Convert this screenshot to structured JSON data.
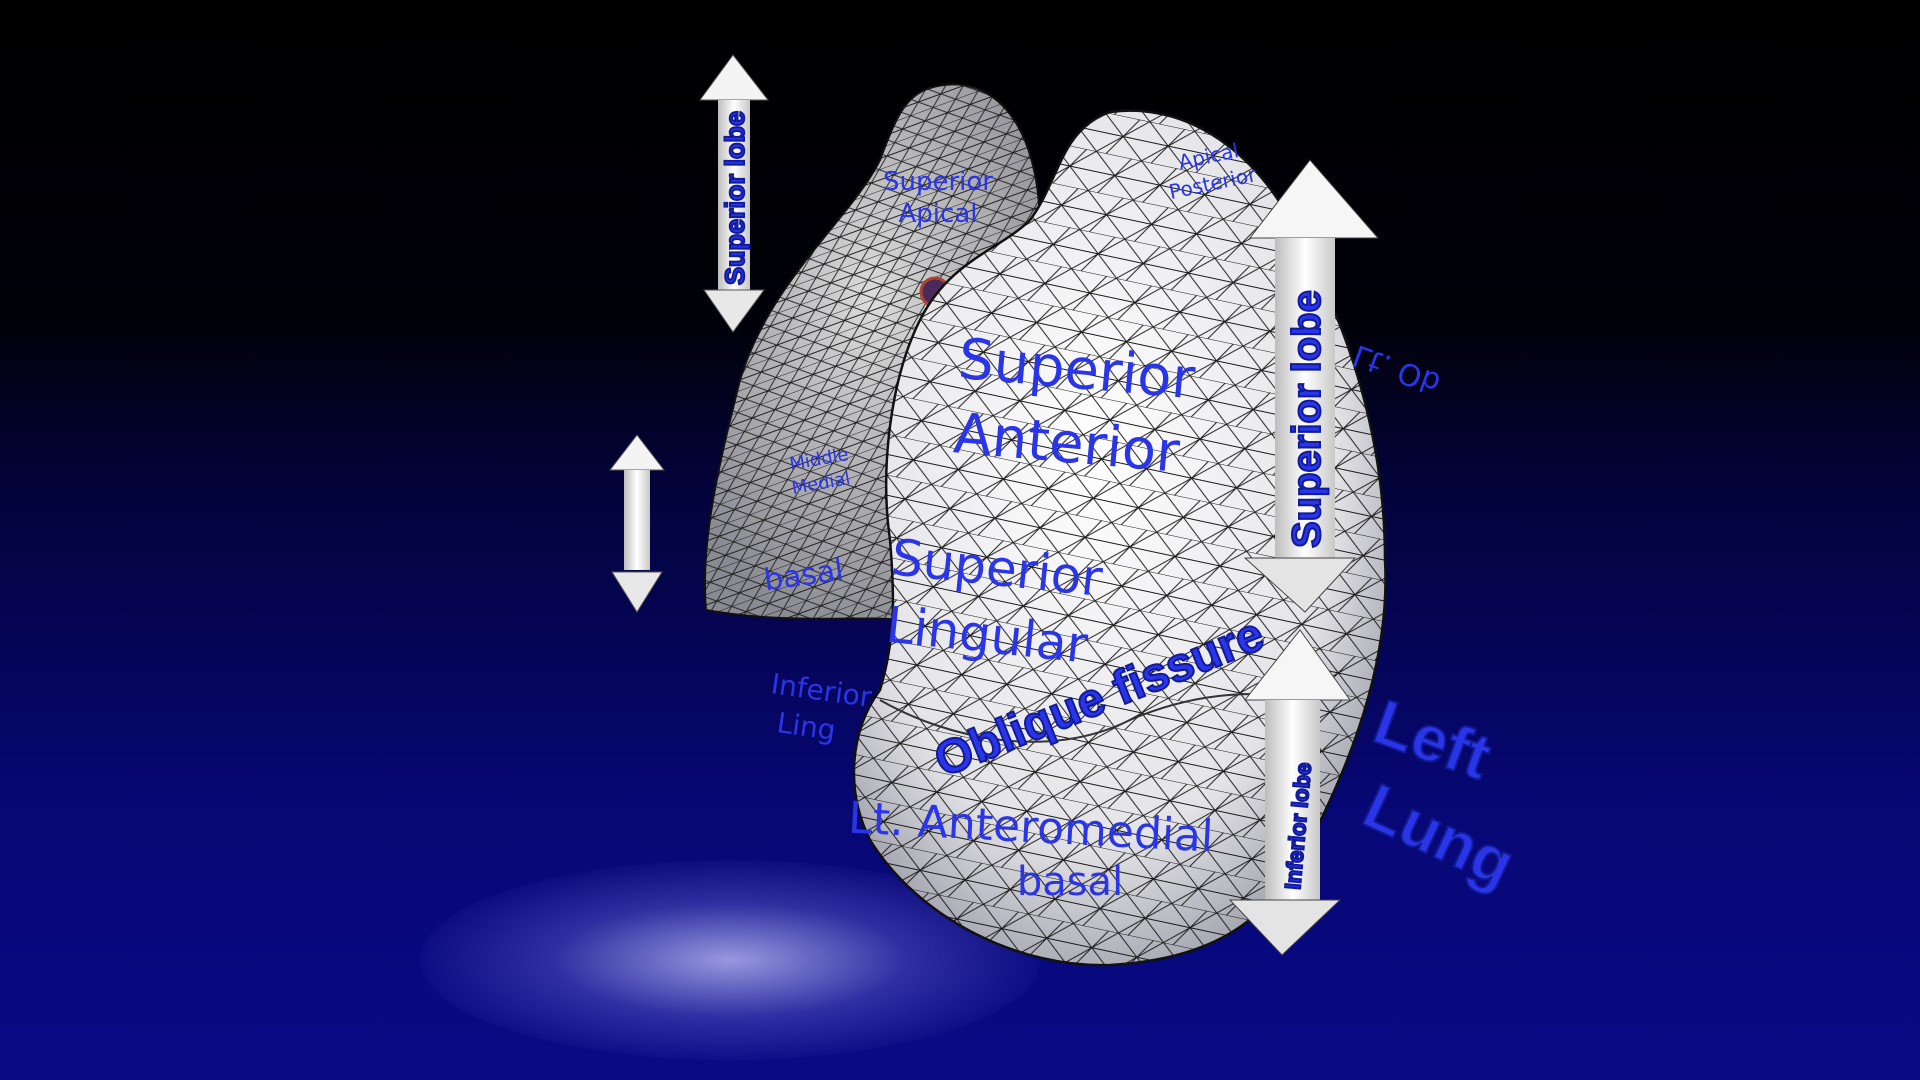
{
  "scene": {
    "background_top": "#000000",
    "background_bottom": "#0a0a86",
    "label_color": "#2a35e8",
    "lung_color": "#f2f2f2",
    "mesh_color": "#1a1a1a"
  },
  "labels": {
    "back_lung_arrow": "Superior lobe",
    "front_lung_arrow": "Superior lobe",
    "lower_arrow": "Inferior lobe",
    "back_apical_1": "Superior",
    "back_apical_2": "Apical",
    "front_apical_1": "Apical",
    "front_apical_2": "Posterior",
    "sup_anterior_1": "Superior",
    "sup_anterior_2": "Anterior",
    "sup_lingular_1": "Superior",
    "sup_lingular_2": "Lingular",
    "inf_ling_1": "Inferior",
    "inf_ling_2": "Ling",
    "oblique": "Oblique fissure",
    "anteromedial_1": "Lt. Anteromedial",
    "anteromedial_2": "basal",
    "middle_medial_1": "Middle",
    "middle_medial_2": "Medial",
    "basal": "basal",
    "left_lung_1": "Left",
    "left_lung_2": "Lung",
    "lt_ob_mirrored": "Lt. Ob"
  }
}
